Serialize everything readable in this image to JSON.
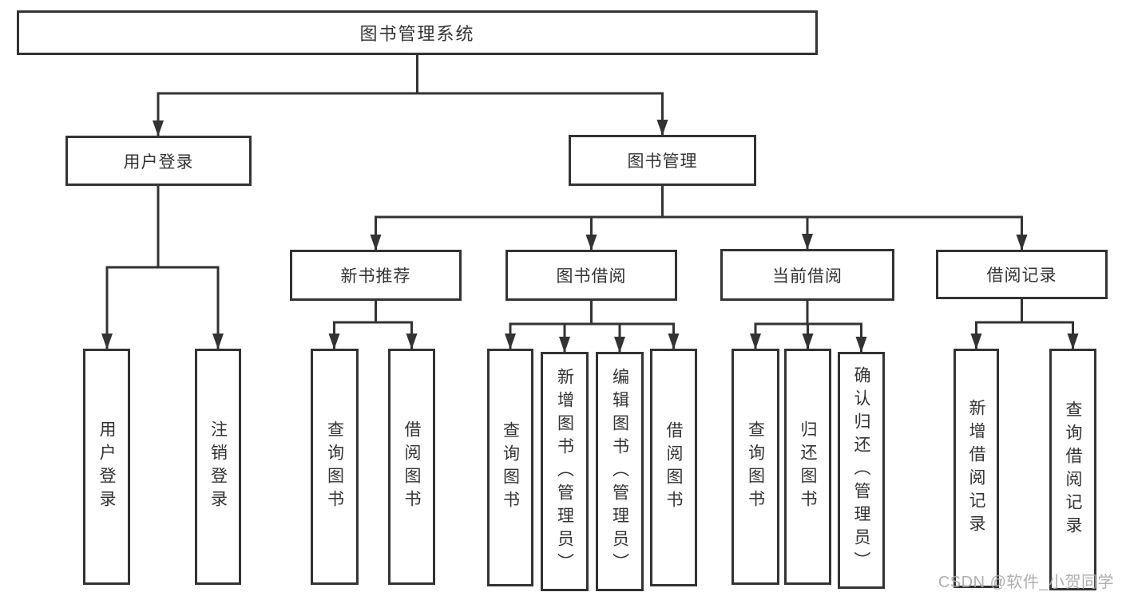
{
  "diagram": {
    "title": "图书管理系统",
    "type_hint": "functional-structure-tree"
  },
  "colors": {
    "line": "#333333",
    "text": "#333333",
    "box_background": "#ffffff",
    "page_background": "#ffffff",
    "watermark": "#a8a8a8"
  },
  "watermark": {
    "text": "CSDN @软件_小贺同学"
  },
  "nodes": {
    "root": {
      "label": "图书管理系统"
    },
    "login": {
      "label": "用户登录"
    },
    "mgmt": {
      "label": "图书管理"
    },
    "newrec": {
      "label": "新书推荐"
    },
    "borrow": {
      "label": "图书借阅"
    },
    "current": {
      "label": "当前借阅"
    },
    "records": {
      "label": "借阅记录"
    },
    "login_user": {
      "label": "用户登录"
    },
    "login_logout": {
      "label": "注销登录"
    },
    "newrec_query": {
      "label": "查询图书"
    },
    "newrec_borrow": {
      "label": "借阅图书"
    },
    "borrow_query": {
      "label": "查询图书"
    },
    "borrow_add": {
      "label": "新增图书（管理员）"
    },
    "borrow_edit": {
      "label": "编辑图书（管理员）"
    },
    "borrow_borrow": {
      "label": "借阅图书"
    },
    "current_query": {
      "label": "查询图书"
    },
    "current_return": {
      "label": "归还图书"
    },
    "current_confirm": {
      "label": "确认归还（管理员）"
    },
    "records_add": {
      "label": "新增借阅记录"
    },
    "records_query": {
      "label": "查询借阅记录"
    }
  },
  "edges": [
    [
      "root",
      "login"
    ],
    [
      "root",
      "mgmt"
    ],
    [
      "login",
      "login_user"
    ],
    [
      "login",
      "login_logout"
    ],
    [
      "mgmt",
      "newrec"
    ],
    [
      "mgmt",
      "borrow"
    ],
    [
      "mgmt",
      "current"
    ],
    [
      "mgmt",
      "records"
    ],
    [
      "newrec",
      "newrec_query"
    ],
    [
      "newrec",
      "newrec_borrow"
    ],
    [
      "borrow",
      "borrow_query"
    ],
    [
      "borrow",
      "borrow_add"
    ],
    [
      "borrow",
      "borrow_edit"
    ],
    [
      "borrow",
      "borrow_borrow"
    ],
    [
      "current",
      "current_query"
    ],
    [
      "current",
      "current_return"
    ],
    [
      "current",
      "current_confirm"
    ],
    [
      "records",
      "records_add"
    ],
    [
      "records",
      "records_query"
    ]
  ]
}
